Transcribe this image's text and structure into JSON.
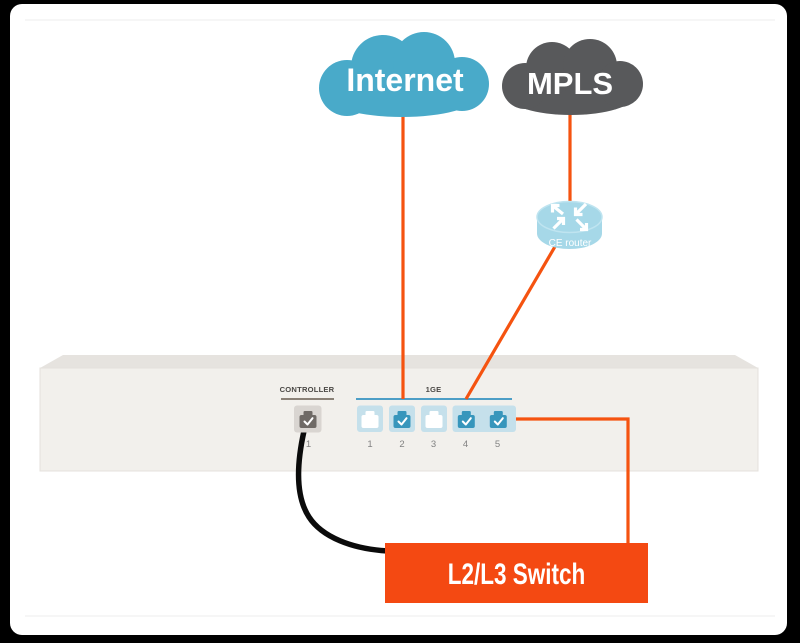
{
  "clouds": {
    "internet": {
      "label": "Internet",
      "color": "#49AAC9"
    },
    "mpls": {
      "label": "MPLS",
      "color": "#58595B"
    }
  },
  "router": {
    "label": "CE router",
    "color": "#A6D8E8",
    "icon": "converging-arrows"
  },
  "appliance": {
    "controller": {
      "label": "CONTROLLER",
      "port_number": "1",
      "connected": true
    },
    "ge": {
      "label": "1GE",
      "ports": [
        {
          "number": "1",
          "connected": false
        },
        {
          "number": "2",
          "connected": true
        },
        {
          "number": "3",
          "connected": false
        },
        {
          "number": "4",
          "connected": true
        },
        {
          "number": "5",
          "connected": true
        }
      ]
    }
  },
  "switch": {
    "label": "L2/L3 Switch",
    "color": "#F44912"
  },
  "links": {
    "line_color": "#F55310",
    "cable_color": "#000000"
  }
}
